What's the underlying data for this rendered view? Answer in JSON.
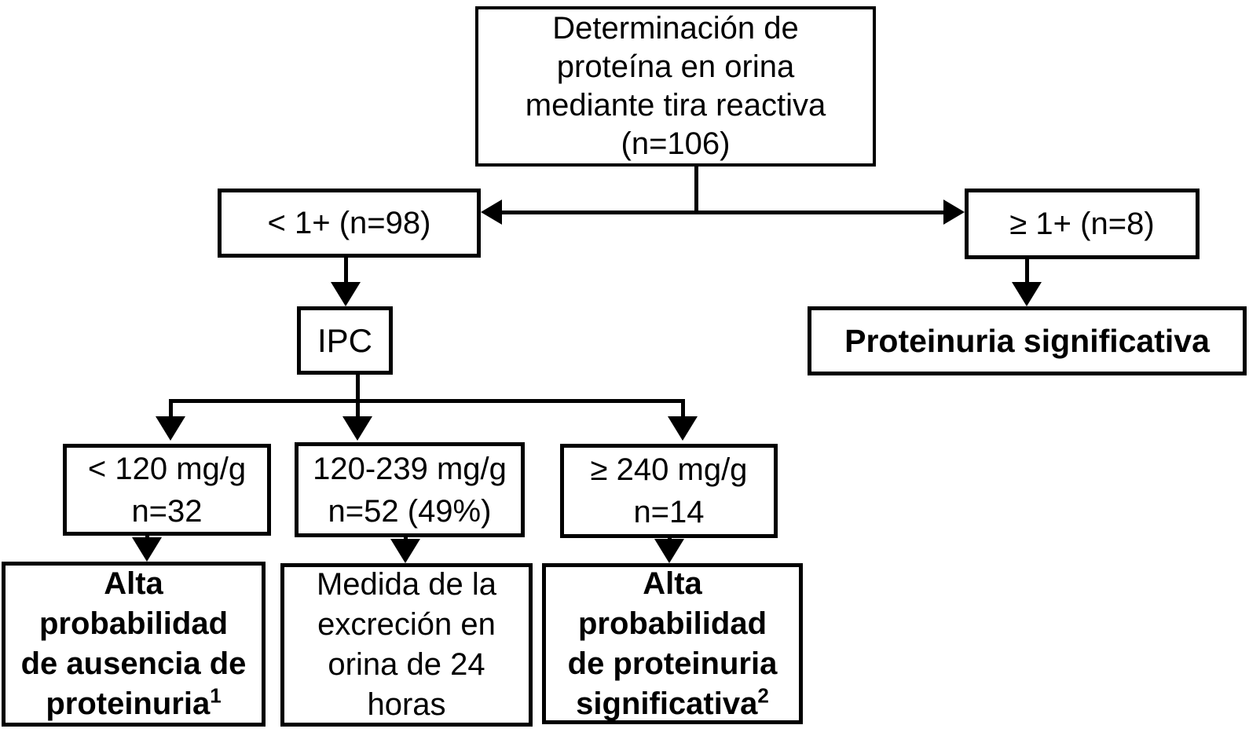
{
  "colors": {
    "background": "#ffffff",
    "box_border": "#000000",
    "text": "#000000"
  },
  "flowchart": {
    "root": {
      "lines": [
        "Determinación de",
        "proteína en orina",
        "mediante tira reactiva",
        "(n=106)"
      ]
    },
    "branch_low": {
      "label": "< 1+ (n=98)"
    },
    "branch_high": {
      "label": "≥ 1+ (n=8)"
    },
    "ipc": {
      "label": "IPC"
    },
    "significant": {
      "label": "Proteinuria significativa"
    },
    "cat1": {
      "lines": [
        "< 120 mg/g",
        "n=32"
      ]
    },
    "cat2": {
      "lines": [
        "120-239 mg/g",
        "n=52 (49%)"
      ]
    },
    "cat3": {
      "lines": [
        "≥ 240 mg/g",
        "n=14"
      ]
    },
    "outcome1": {
      "lines": [
        "Alta",
        "probabilidad",
        "de ausencia de",
        "proteinuria"
      ],
      "superscript": "1"
    },
    "outcome2": {
      "lines": [
        "Medida de la",
        "excreción en",
        "orina de 24",
        "horas"
      ]
    },
    "outcome3": {
      "lines": [
        "Alta",
        "probabilidad",
        "de proteinuria",
        "significativa"
      ],
      "superscript": "2"
    }
  }
}
